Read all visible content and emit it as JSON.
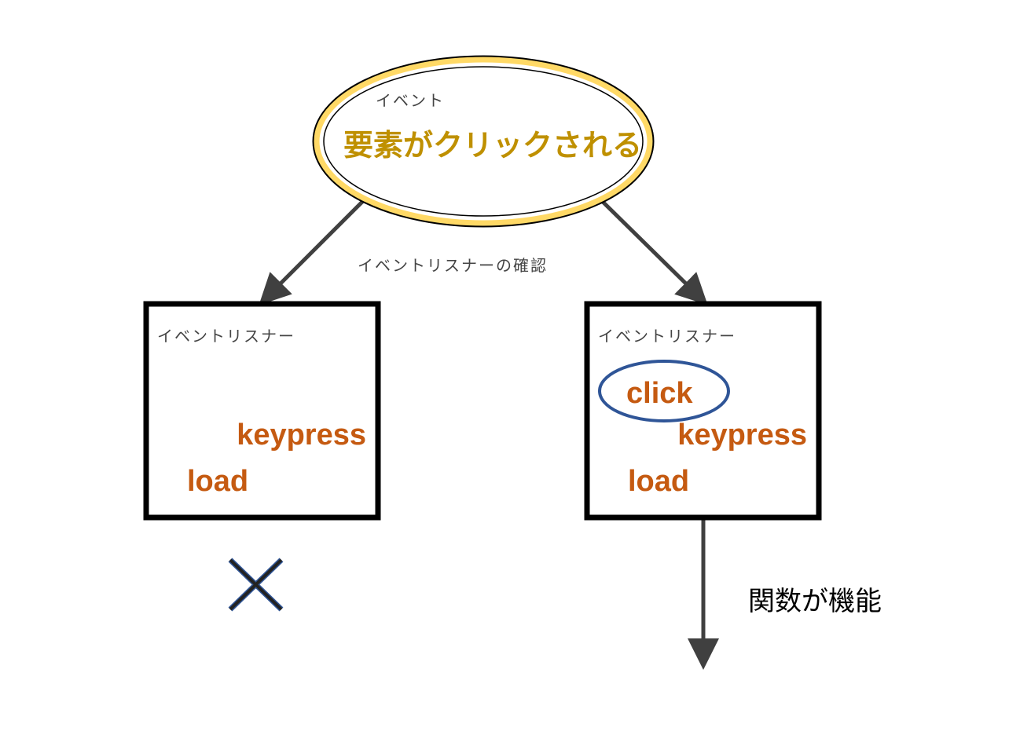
{
  "event": {
    "label": "イベント",
    "title": "要素がクリックされる"
  },
  "check_label": "イベントリスナーの確認",
  "listener_left": {
    "title": "イベントリスナー",
    "items": [
      "keypress",
      "load"
    ]
  },
  "listener_right": {
    "title": "イベントリスナー",
    "items": [
      "click",
      "keypress",
      "load"
    ],
    "highlighted": "click"
  },
  "result_label": "関数が機能",
  "colors": {
    "event_text": "#bf9000",
    "event_ring": "#ffd966",
    "keyword": "#c55a11",
    "highlight": "#2f5597",
    "arrow": "#404040"
  }
}
